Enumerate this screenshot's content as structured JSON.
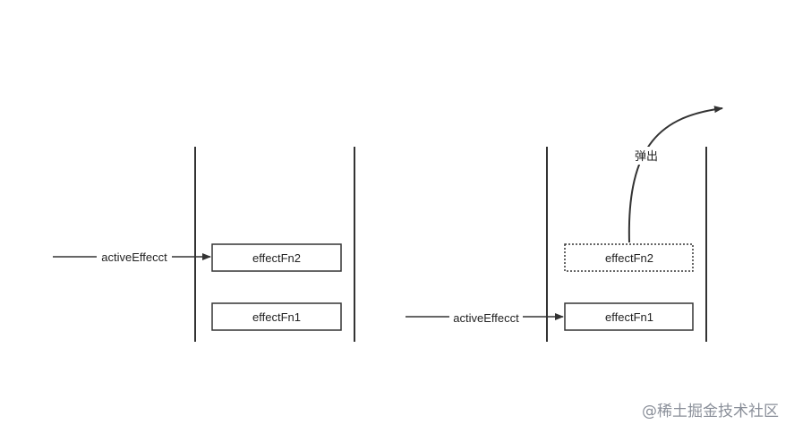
{
  "diagram": {
    "left_stack": {
      "pointer_label": "activeEffecct",
      "top_item": "effectFn2",
      "bottom_item": "effectFn1"
    },
    "right_stack": {
      "pointer_label": "activeEffecct",
      "popped_item": "effectFn2",
      "bottom_item": "effectFn1",
      "pop_label": "弹出"
    }
  },
  "watermark": "@稀土掘金技术社区",
  "colors": {
    "stroke": "#333333",
    "text": "#222222",
    "watermark": "#8a8f99"
  }
}
